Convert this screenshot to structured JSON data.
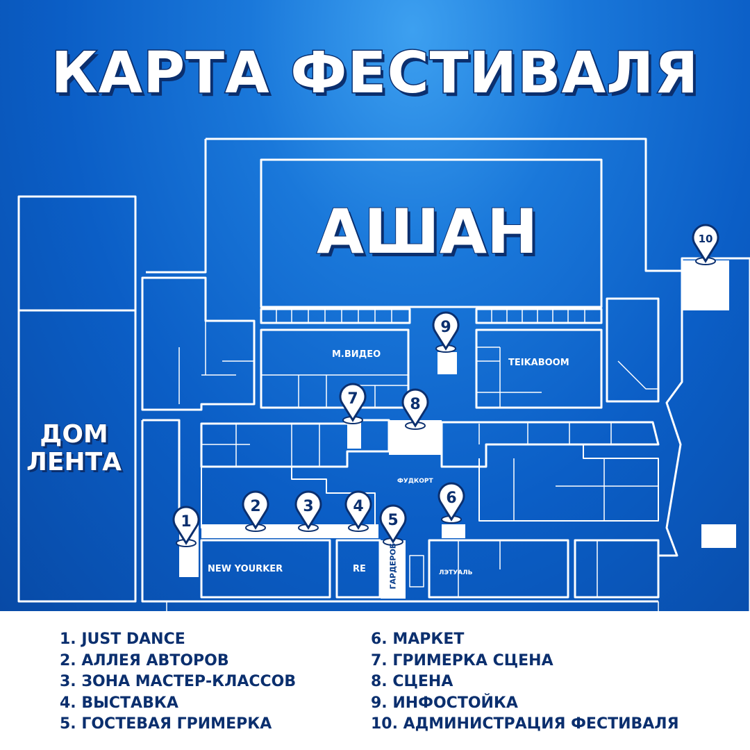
{
  "title": "КАРТА ФЕСТИВАЛЯ",
  "areas": {
    "auchan": "АШАН",
    "dom_lenta": "ДОМ\nЛЕНТА",
    "mvideo": "М.ВИДЕО",
    "teikaboom": "TEIKABOOM",
    "foodcourt": "ФУДКОРТ",
    "new_yorker": "NEW YOURKER",
    "re": "RE",
    "wardrobe": "ГАРДЕРОБ",
    "letual": "ЛЭТУАЛЬ"
  },
  "markers": [
    "1",
    "2",
    "3",
    "4",
    "5",
    "6",
    "7",
    "8",
    "9",
    "10"
  ],
  "legend": {
    "left": [
      "1. JUST DANCE",
      "2. АЛЛЕЯ АВТОРОВ",
      "3. ЗОНА МАСТЕР-КЛАССОВ",
      "4. ВЫСТАВКА",
      "5. ГОСТЕВАЯ ГРИМЕРКА"
    ],
    "right": [
      "6. МАРКЕТ",
      "7. ГРИМЕРКА СЦЕНА",
      "8. СЦЕНА",
      "9. ИНФОСТОЙКА",
      "10. АДМИНИСТРАЦИЯ ФЕСТИВАЛЯ"
    ]
  },
  "colors": {
    "background": "#0b5ec6",
    "lines": "#ffffff",
    "text_dark": "#0b2f6e",
    "legend_bg": "#ffffff"
  }
}
